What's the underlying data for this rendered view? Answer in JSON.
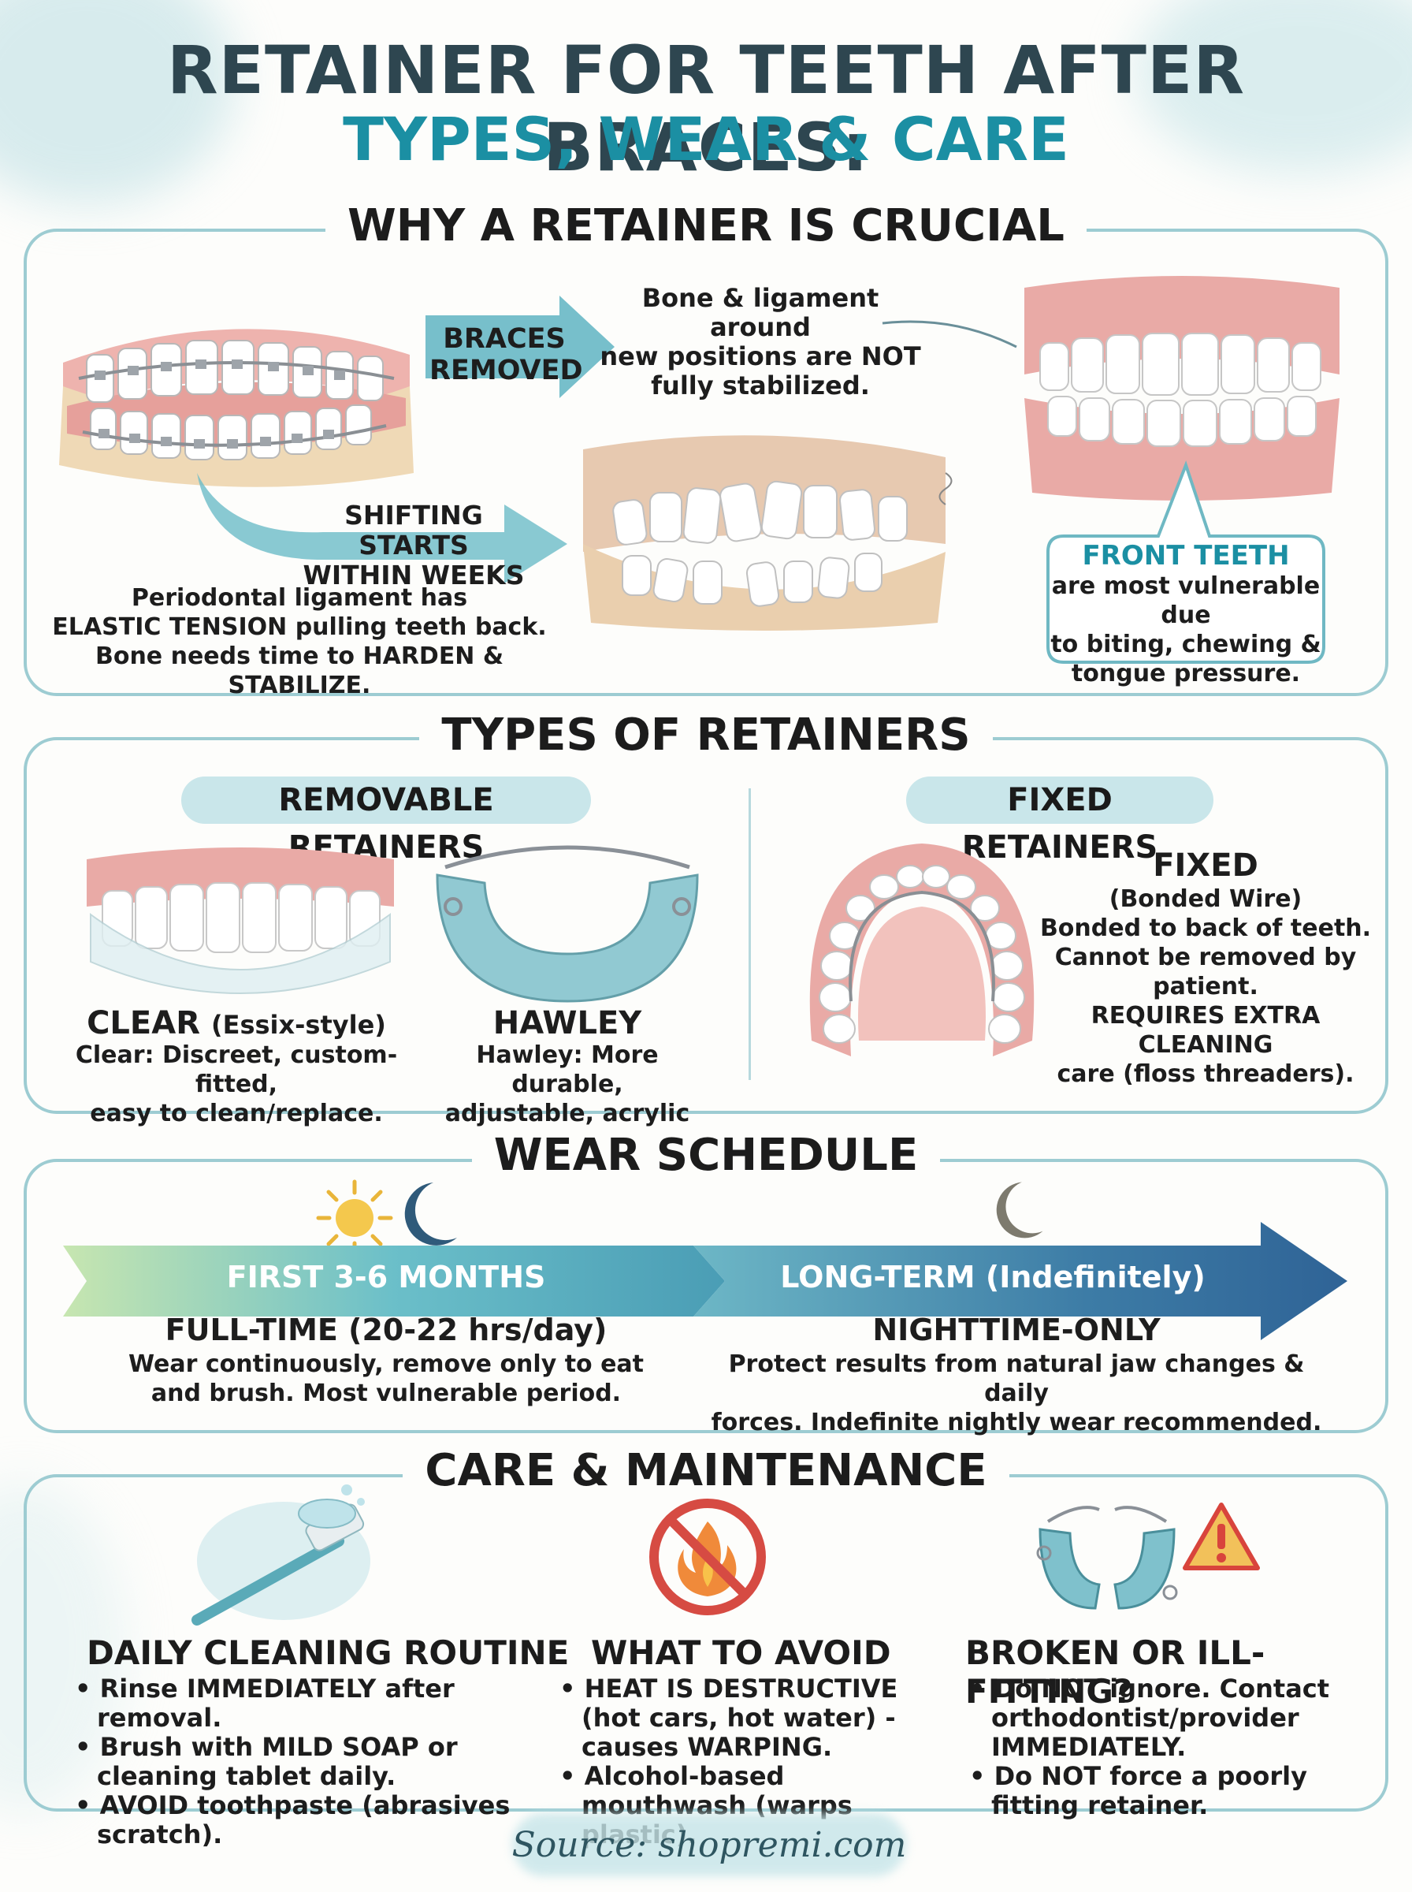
{
  "title": {
    "line1": "RETAINER FOR TEETH AFTER BRACES:",
    "line2": "TYPES, WEAR & CARE"
  },
  "why": {
    "heading": "WHY A RETAINER IS CRUCIAL",
    "braces_removed": "BRACES\nREMOVED",
    "shifting": "SHIFTING STARTS\nWITHIN WEEKS",
    "bone_note": "Bone & ligament around\nnew positions are NOT\nfully stabilized.",
    "ligament_note": "Periodontal ligament has\nELASTIC TENSION pulling teeth back.\nBone needs time to HARDEN & STABILIZE.",
    "front_title": "FRONT TEETH",
    "front_text": "are most vulnerable due\nto biting, chewing &\ntongue pressure."
  },
  "types": {
    "heading": "TYPES OF RETAINERS",
    "removable_label": "REMOVABLE RETAINERS",
    "fixed_label": "FIXED RETAINERS",
    "clear_title": "CLEAR",
    "clear_sub": "(Essix-style)",
    "clear_text": "Clear: Discreet, custom-fitted,\neasy to clean/replace.",
    "hawley_title": "HAWLEY",
    "hawley_text": "Hawley: More durable,\nadjustable, acrylic plate.",
    "fixed_title": "FIXED",
    "fixed_text": "(Bonded Wire)\nBonded to back of teeth.\nCannot be removed by\npatient.\nREQUIRES EXTRA CLEANING\ncare (floss threaders)."
  },
  "wear": {
    "heading": "WEAR SCHEDULE",
    "phase1_label": "FIRST 3-6 MONTHS",
    "phase1_title": "FULL-TIME (20-22 hrs/day)",
    "phase1_text": "Wear continuously, remove only to eat\nand brush. Most vulnerable period.",
    "phase2_label": "LONG-TERM (Indefinitely)",
    "phase2_title": "NIGHTTIME-ONLY",
    "phase2_text": "Protect results from natural jaw changes & daily\nforces. Indefinite nightly wear recommended."
  },
  "care": {
    "heading": "CARE & MAINTENANCE",
    "daily_title": "DAILY CLEANING ROUTINE",
    "daily_items": [
      "• Rinse IMMEDIATELY after removal.",
      "• Brush with MILD SOAP or cleaning tablet daily.",
      "• AVOID toothpaste (abrasives scratch)."
    ],
    "avoid_title": "WHAT TO AVOID",
    "avoid_items": [
      "• HEAT IS DESTRUCTIVE (hot cars, hot water) - causes WARPING.",
      "• Alcohol-based mouthwash (warps plastic)."
    ],
    "broken_title": "BROKEN OR ILL-FITTING?",
    "broken_items": [
      "• Do NOT ignore. Contact orthodontist/provider IMMEDIATELY.",
      "• Do NOT force a poorly fitting retainer."
    ]
  },
  "source": "Source: shopremi.com",
  "colors": {
    "teal": "#1b8fa3",
    "dark": "#2e4650",
    "gum": "#e8a3a0",
    "panel": "#9dccd2"
  },
  "icons": [
    "braces-teeth-icon",
    "shifted-teeth-icon",
    "straight-teeth-icon",
    "clear-retainer-icon",
    "hawley-retainer-icon",
    "fixed-retainer-icon",
    "sun-icon",
    "moon-icon",
    "toothbrush-icon",
    "no-heat-icon",
    "broken-retainer-icon",
    "warning-icon"
  ]
}
